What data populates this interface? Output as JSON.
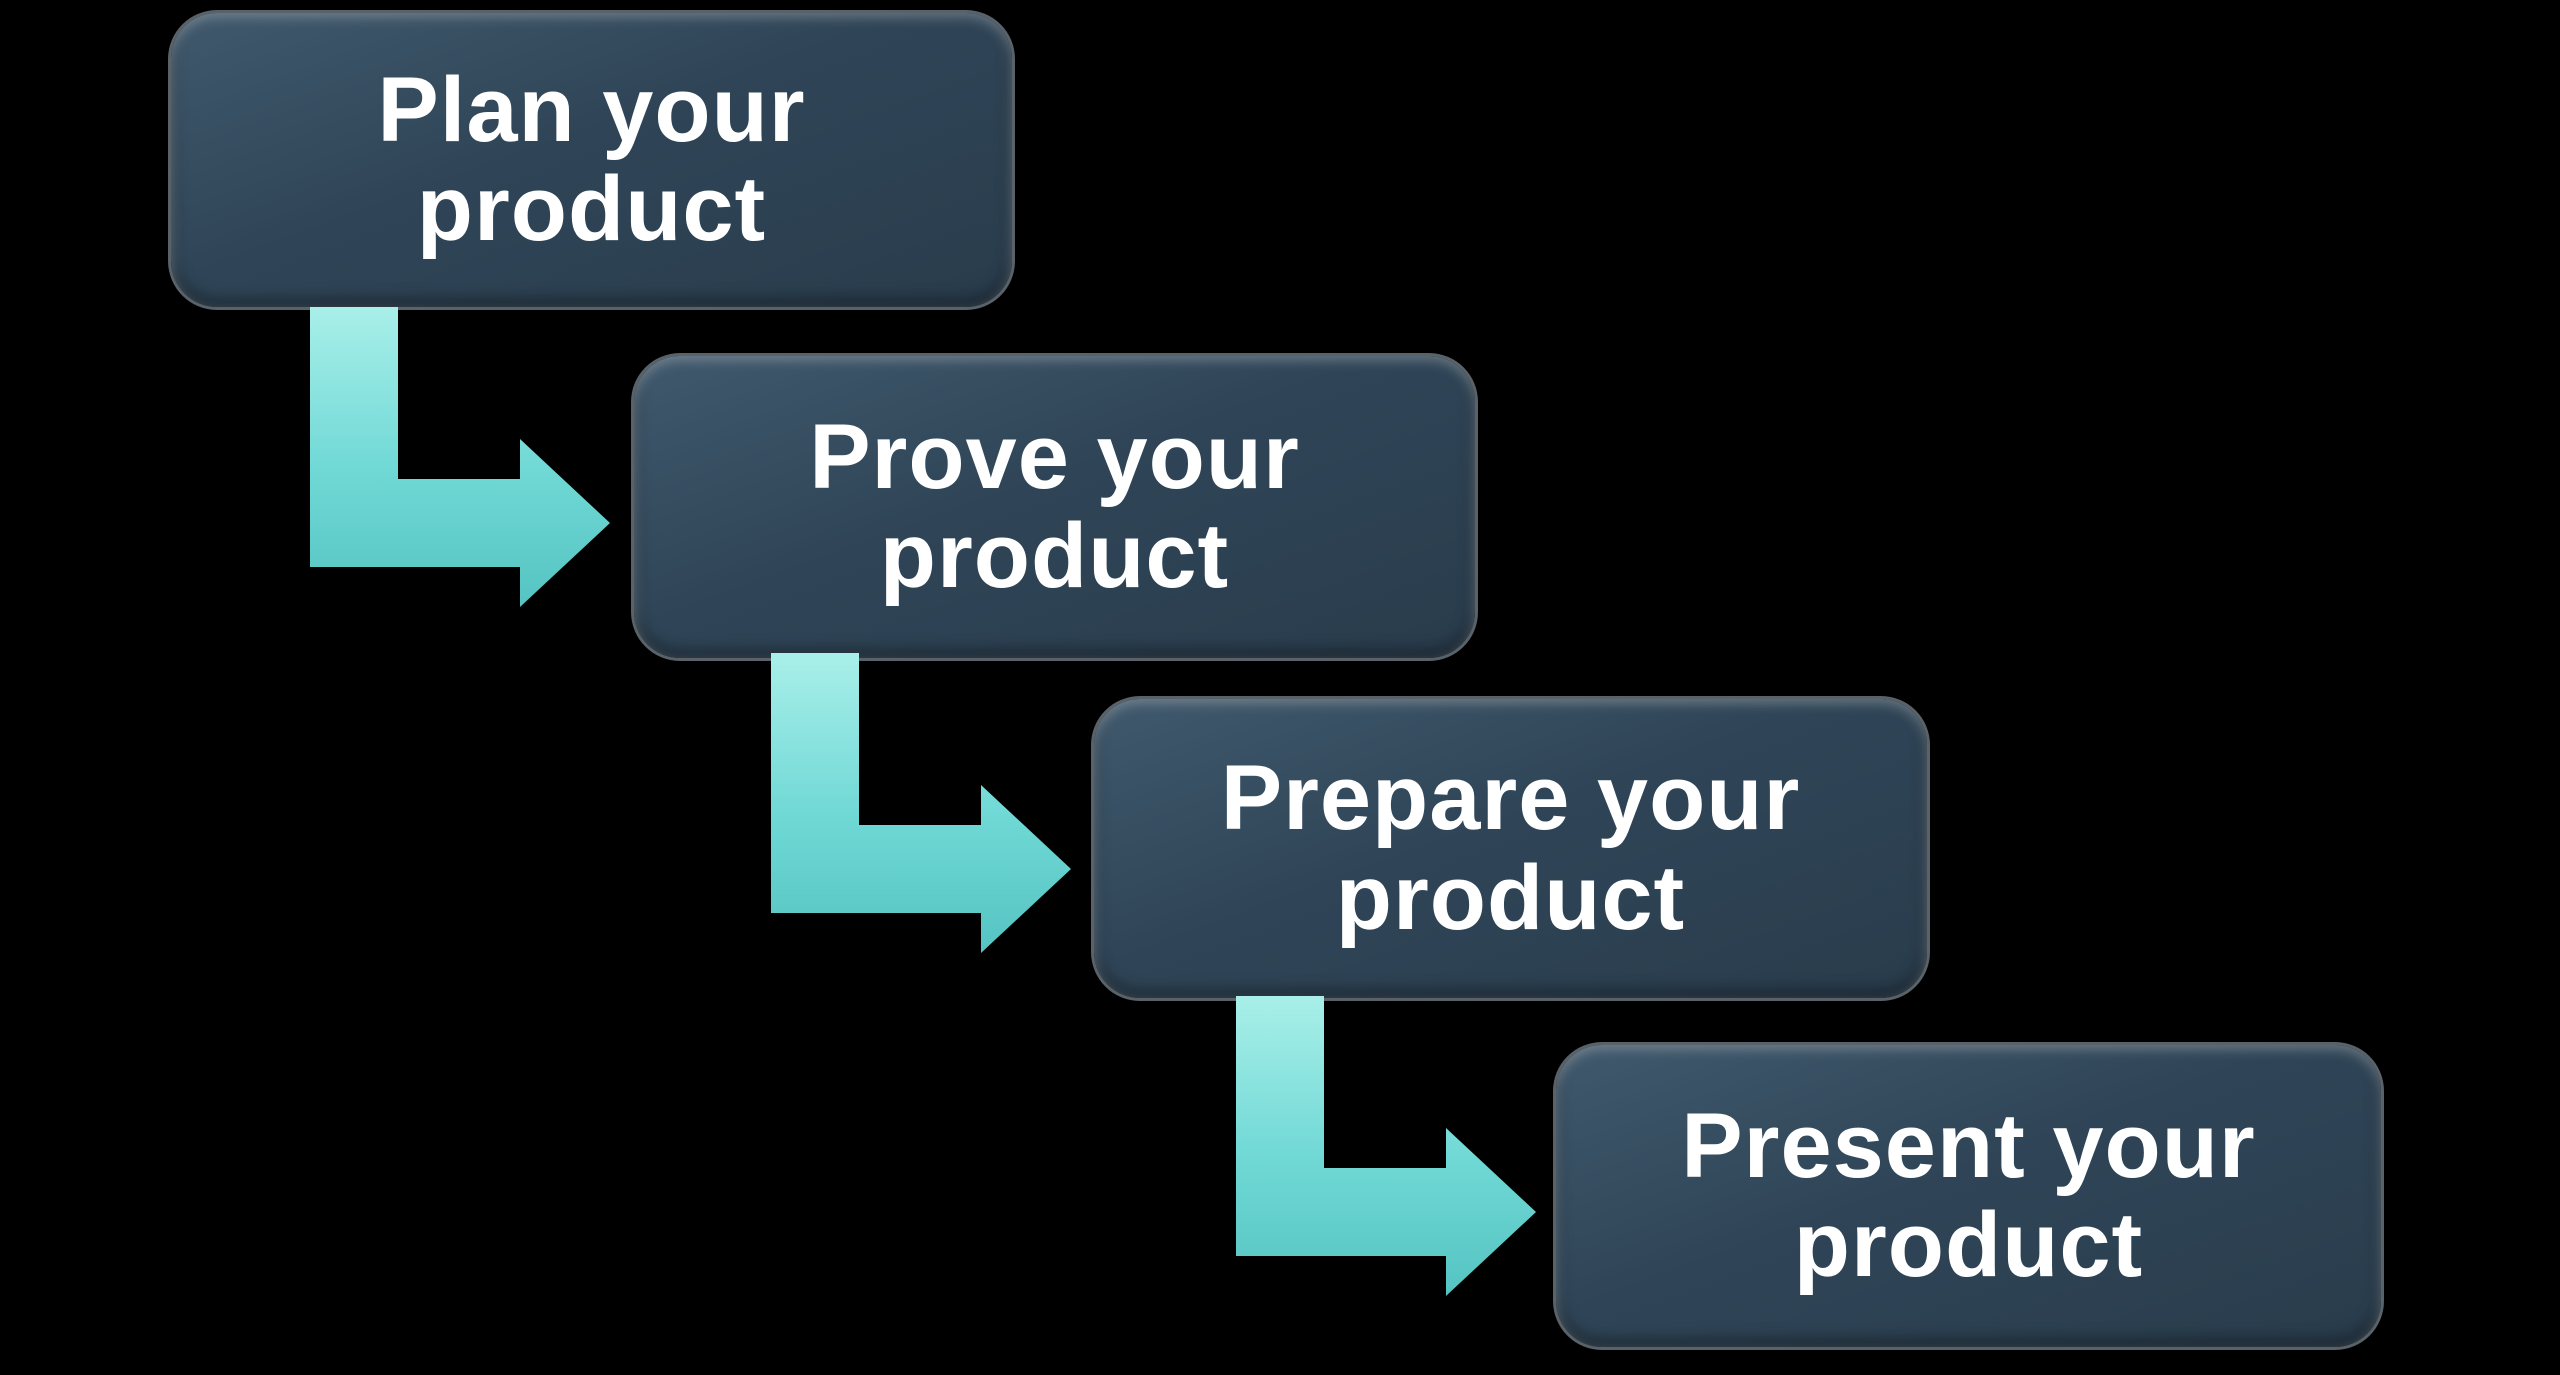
{
  "diagram": {
    "type": "process-flow",
    "background_color": "#000000",
    "box_fill_color": "#2f4557",
    "box_border_color": "#a0b2be",
    "arrow_color": "#6fd8d5",
    "text_color": "#ffffff",
    "steps": [
      {
        "label": "Plan your product",
        "line1": "Plan your",
        "line2": "product"
      },
      {
        "label": "Prove your product",
        "line1": "Prove your",
        "line2": "product"
      },
      {
        "label": "Prepare your product",
        "line1": "Prepare your",
        "line2": "product"
      },
      {
        "label": "Present your product",
        "line1": "Present your",
        "line2": "product"
      }
    ],
    "connections": [
      {
        "from": "Plan your product",
        "to": "Prove your product"
      },
      {
        "from": "Prove your product",
        "to": "Prepare your product"
      },
      {
        "from": "Prepare your product",
        "to": "Present your product"
      }
    ]
  }
}
